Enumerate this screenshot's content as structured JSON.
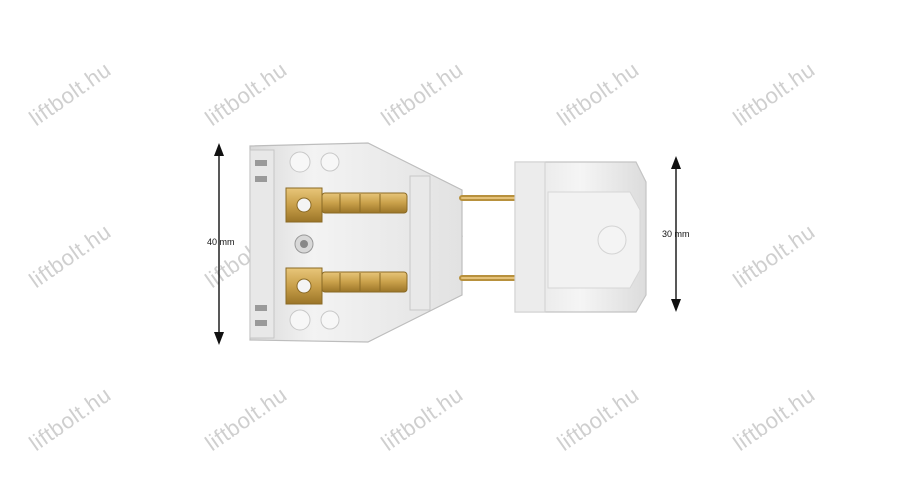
{
  "watermark": {
    "text": "liftbolt.hu",
    "color": "#cfcfcf"
  },
  "dimensions": {
    "left_label": "40 mm",
    "right_label": "30 mm"
  },
  "product": {
    "icons": [
      "contact-block-icon",
      "bridge-contact-icon"
    ],
    "colors": {
      "housing": "#eeeeee",
      "brass": "#c9a04a",
      "arrow": "#111111"
    }
  }
}
